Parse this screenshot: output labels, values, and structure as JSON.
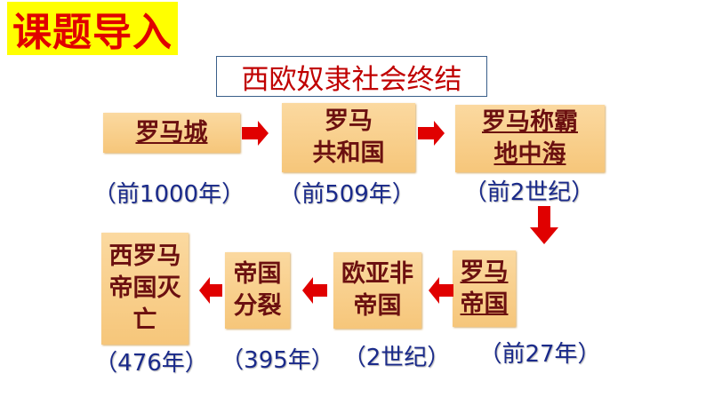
{
  "title": "课题导入",
  "subtitle": "西欧奴隶社会终结",
  "stages": [
    {
      "label": "罗马城",
      "date": "（前1000年）"
    },
    {
      "label": "罗马\n共和国",
      "date": "（前509年）"
    },
    {
      "label": "罗马称霸\n地中海",
      "date": "（前2世纪）"
    },
    {
      "label": "罗马\n帝国",
      "date": "（前27年）"
    },
    {
      "label": "欧亚非\n帝国",
      "date": "（2世纪）"
    },
    {
      "label": "帝国\n分裂",
      "date": "（395年）"
    },
    {
      "label": "西罗马\n帝国灭\n亡",
      "date": "（476年）"
    }
  ],
  "colors": {
    "arrow": "#e00000",
    "box": "#f8cf8a",
    "title_bg": "#ffff00"
  }
}
